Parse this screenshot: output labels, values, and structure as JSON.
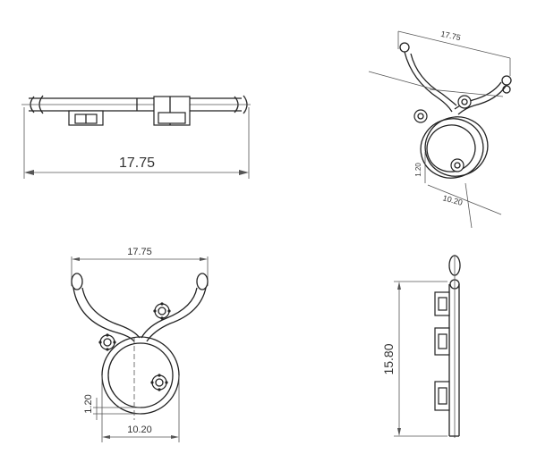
{
  "views": {
    "top": {
      "width_label": "17.75"
    },
    "iso": {
      "width_label": "17.75",
      "thickness_label": "1.20",
      "ring_label": "10.20"
    },
    "front": {
      "width_label": "17.75",
      "thickness_label": "1.20",
      "ring_label": "10.20"
    },
    "side": {
      "height_label": "15.80"
    }
  }
}
